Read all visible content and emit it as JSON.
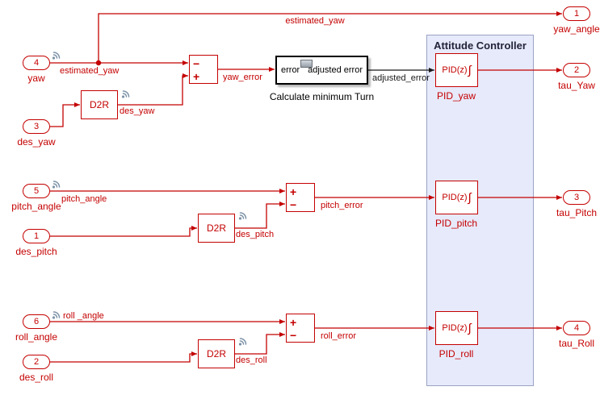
{
  "colors": {
    "red": "#c40000",
    "black": "#1a1a1a",
    "region_fill": "#e7eafb",
    "region_border": "#9aa3c4",
    "wireless": "#7d93a8"
  },
  "region": {
    "title": "Attitude Controller"
  },
  "inports": [
    {
      "num": "4",
      "name": "yaw"
    },
    {
      "num": "3",
      "name": "des_yaw"
    },
    {
      "num": "5",
      "name": "pitch_angle"
    },
    {
      "num": "1",
      "name": "des_pitch"
    },
    {
      "num": "6",
      "name": "roll_angle"
    },
    {
      "num": "2",
      "name": "des_roll"
    }
  ],
  "outports": [
    {
      "num": "1",
      "name": "yaw_angle"
    },
    {
      "num": "2",
      "name": "tau_Yaw"
    },
    {
      "num": "3",
      "name": "tau_Pitch"
    },
    {
      "num": "4",
      "name": "tau_Roll"
    }
  ],
  "blocks": {
    "d2r": "D2R",
    "pid_label": "PID(z)",
    "integral_glyph": "∫",
    "pid_yaw": "PID_yaw",
    "pid_pitch": "PID_pitch",
    "pid_roll": "PID_roll",
    "turn": {
      "input": "error",
      "output": "adjusted error",
      "caption": "Calculate minimum Turn"
    }
  },
  "sums": {
    "yaw": {
      "top": "−",
      "bottom": "+"
    },
    "pitch": {
      "top": "+",
      "bottom": "−"
    },
    "roll": {
      "top": "+",
      "bottom": "−"
    }
  },
  "signals": {
    "estimated_yaw_top": "estimated_yaw",
    "estimated_yaw": "estimated_yaw",
    "des_yaw": "des_yaw",
    "yaw_error": "yaw_error",
    "adjusted_error": "adjusted_error",
    "pitch_angle": "pitch_angle",
    "des_pitch": "des_pitch",
    "pitch_error": "pitch_error",
    "roll_angle": "roll _angle",
    "des_roll": "des_roll",
    "roll_error": "roll_error"
  }
}
